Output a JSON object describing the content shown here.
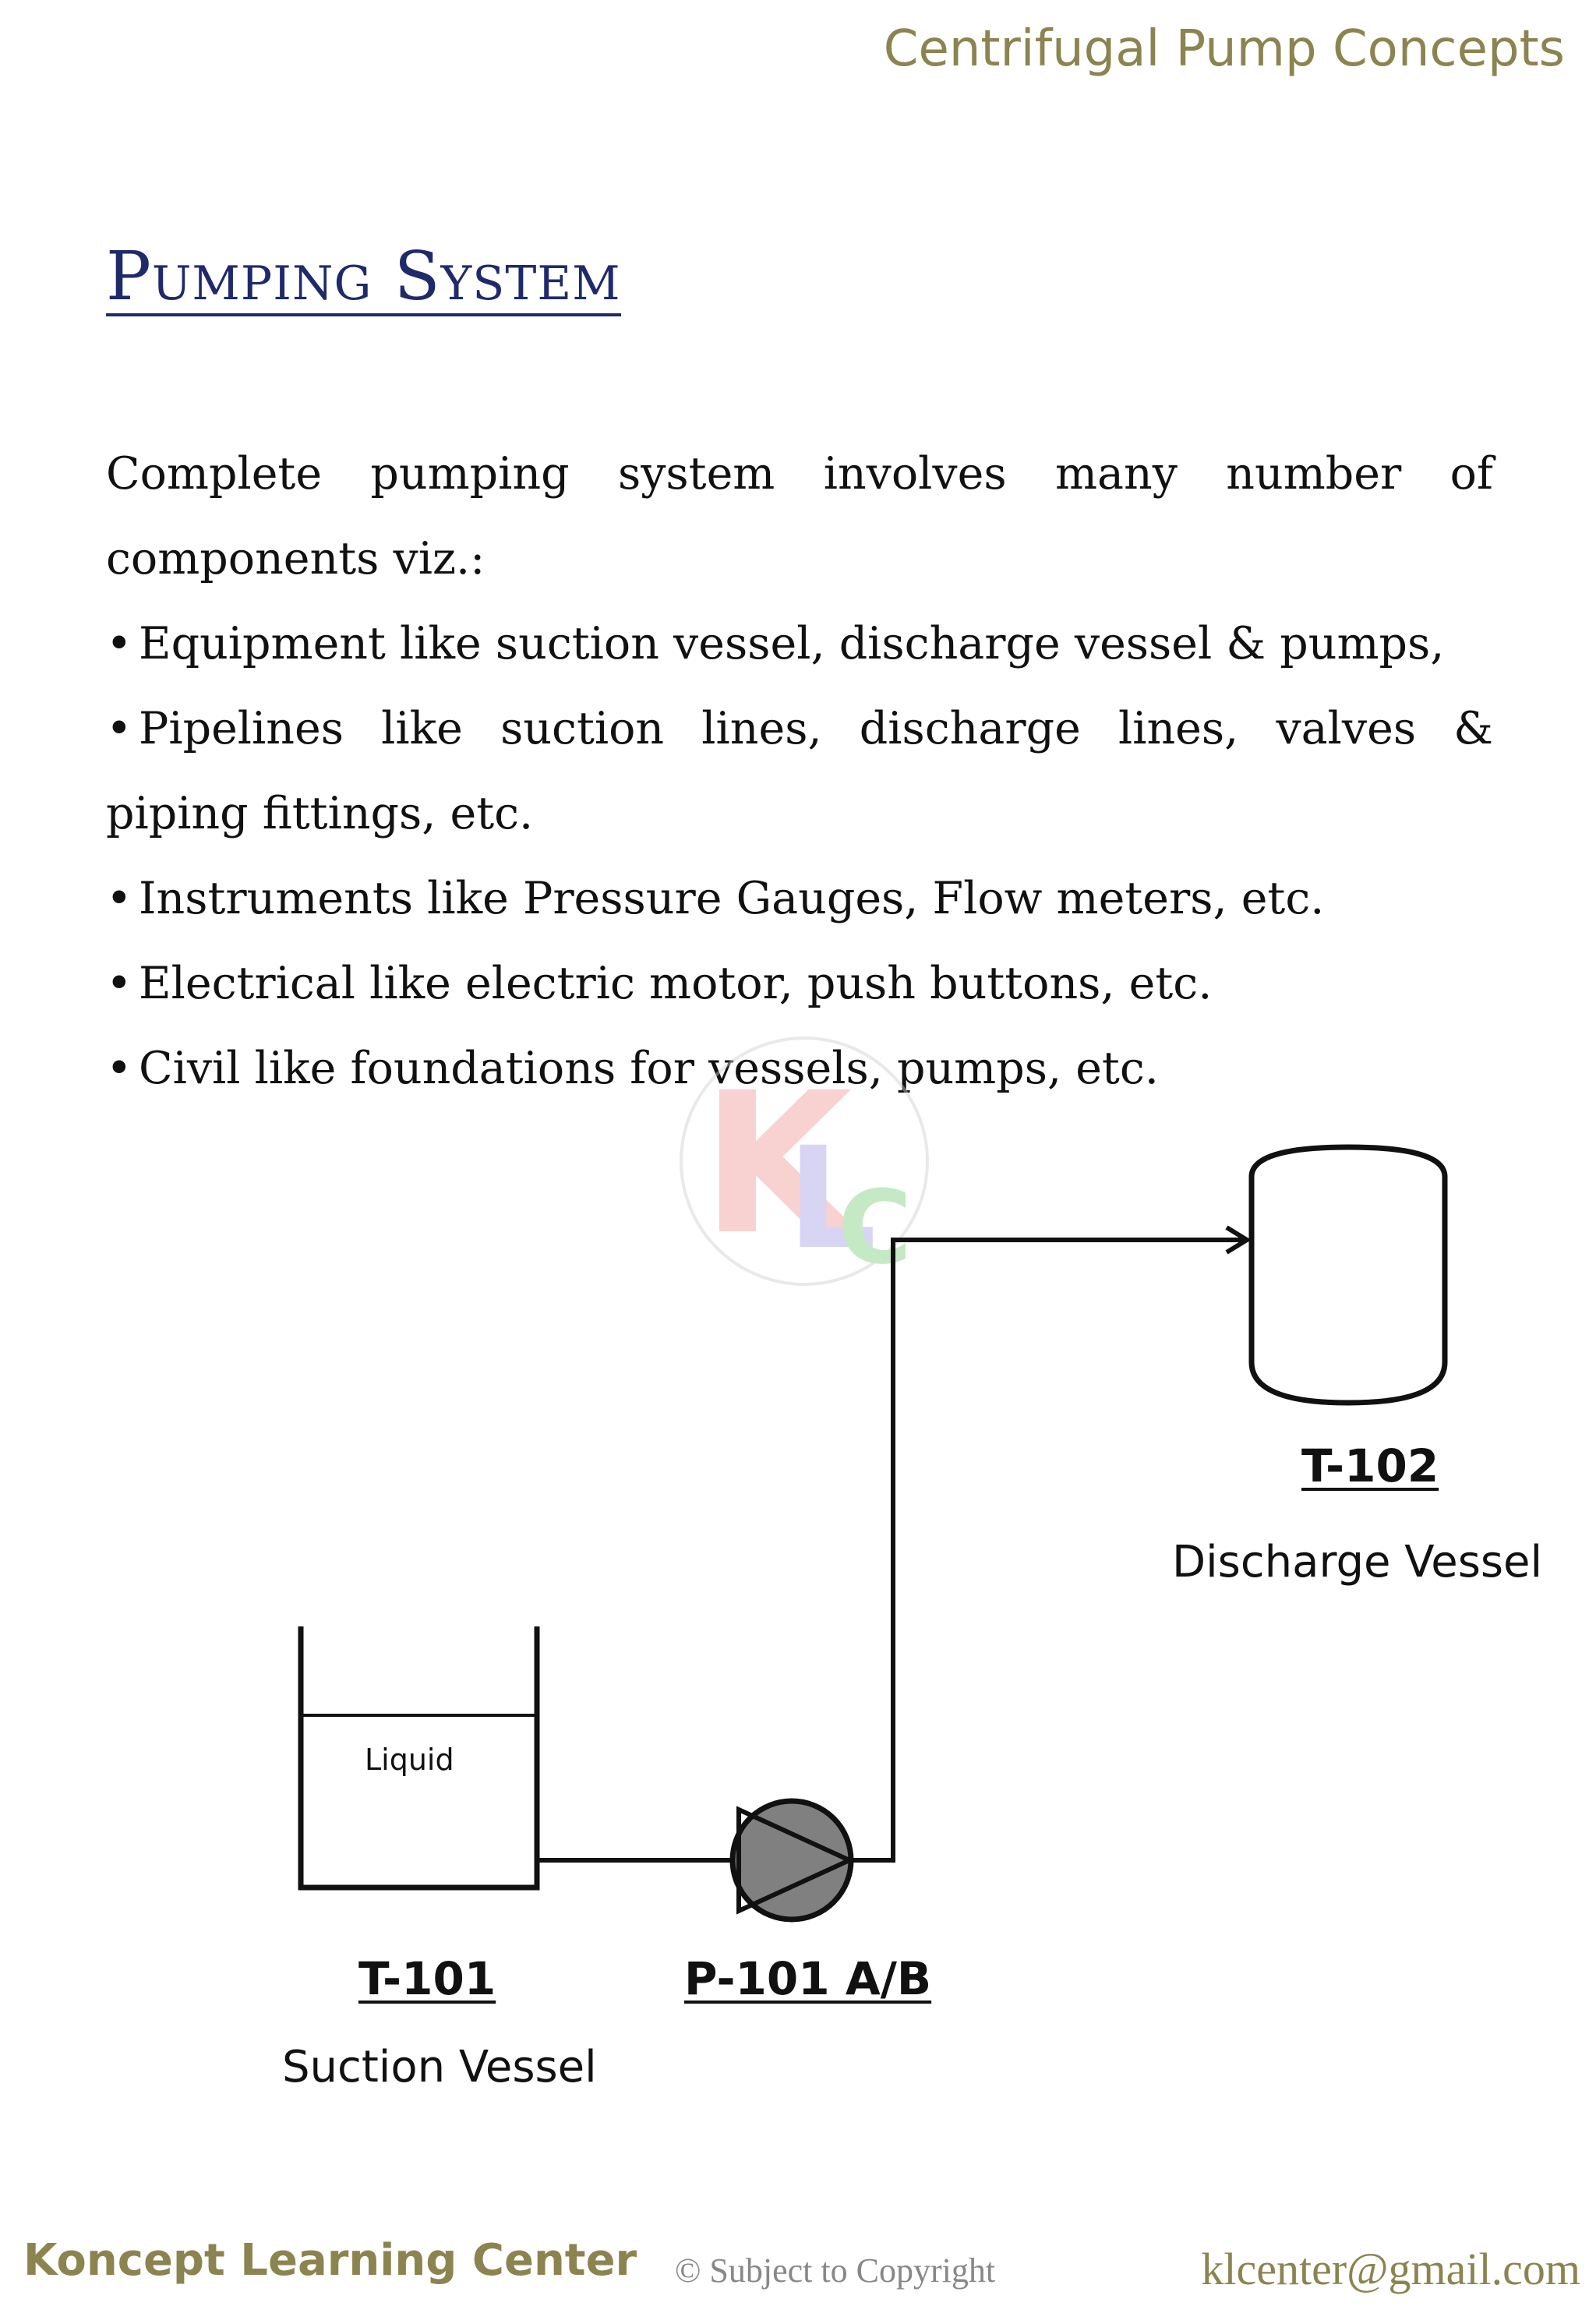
{
  "header": {
    "title": "Centrifugal Pump Concepts"
  },
  "section": {
    "title": "Pumping System"
  },
  "content": {
    "intro": "Complete pumping system involves many number of components viz.:",
    "bullets": [
      "Equipment like suction vessel, discharge vessel & pumps,",
      "Pipelines like suction lines, discharge lines, valves & piping fittings, etc.",
      "Instruments like Pressure Gauges, Flow meters, etc.",
      "Electrical like electric motor, push buttons, etc.",
      "Civil like foundations for vessels, pumps, etc."
    ],
    "bullet_symbol": "•"
  },
  "diagram": {
    "suction_vessel": {
      "tag": "T-101",
      "caption": "Suction Vessel",
      "contents": "Liquid"
    },
    "pump": {
      "tag": "P-101 A/B"
    },
    "discharge_vessel": {
      "tag": "T-102",
      "caption": "Discharge Vessel"
    }
  },
  "watermark": {
    "text": "KLC"
  },
  "footer": {
    "org": "Koncept Learning Center",
    "copyright": "© Subject to Copyright",
    "email": "klcenter@gmail.com"
  },
  "colors": {
    "header": "#8c8450",
    "title": "#1f2a6b",
    "pump_fill": "#808080",
    "line": "#111111"
  }
}
